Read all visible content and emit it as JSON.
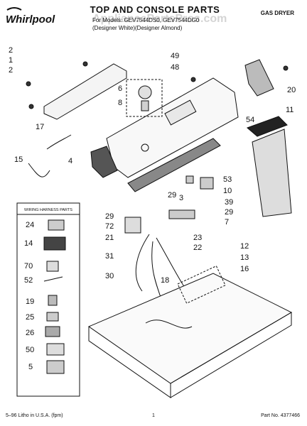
{
  "header": {
    "brand": "Whirlpool",
    "title": "TOP AND CONSOLE PARTS",
    "subtitle_line1": "For Models: GEV7544DS0, GEV7544DG0",
    "subtitle_line2": "(Designer White)(Designer Almond)",
    "category": "GAS DRYER",
    "watermark": "AppliancePartsPros.com"
  },
  "harness_box": {
    "title": "WIRING HARNESS PARTS",
    "items": [
      "24",
      "14",
      "70",
      "52",
      "19",
      "25",
      "26",
      "50",
      "5"
    ]
  },
  "callouts": [
    "2",
    "1",
    "2",
    "49",
    "48",
    "6",
    "8",
    "20",
    "17",
    "4",
    "15",
    "54",
    "11",
    "53",
    "10",
    "29",
    "3",
    "39",
    "29",
    "7",
    "72",
    "21",
    "29",
    "23",
    "22",
    "31",
    "12",
    "13",
    "18",
    "16",
    "30"
  ],
  "footer": {
    "left": "5–96 Litho in U.S.A. (fpm)",
    "page": "1",
    "part_no": "Part No. 4377466"
  }
}
